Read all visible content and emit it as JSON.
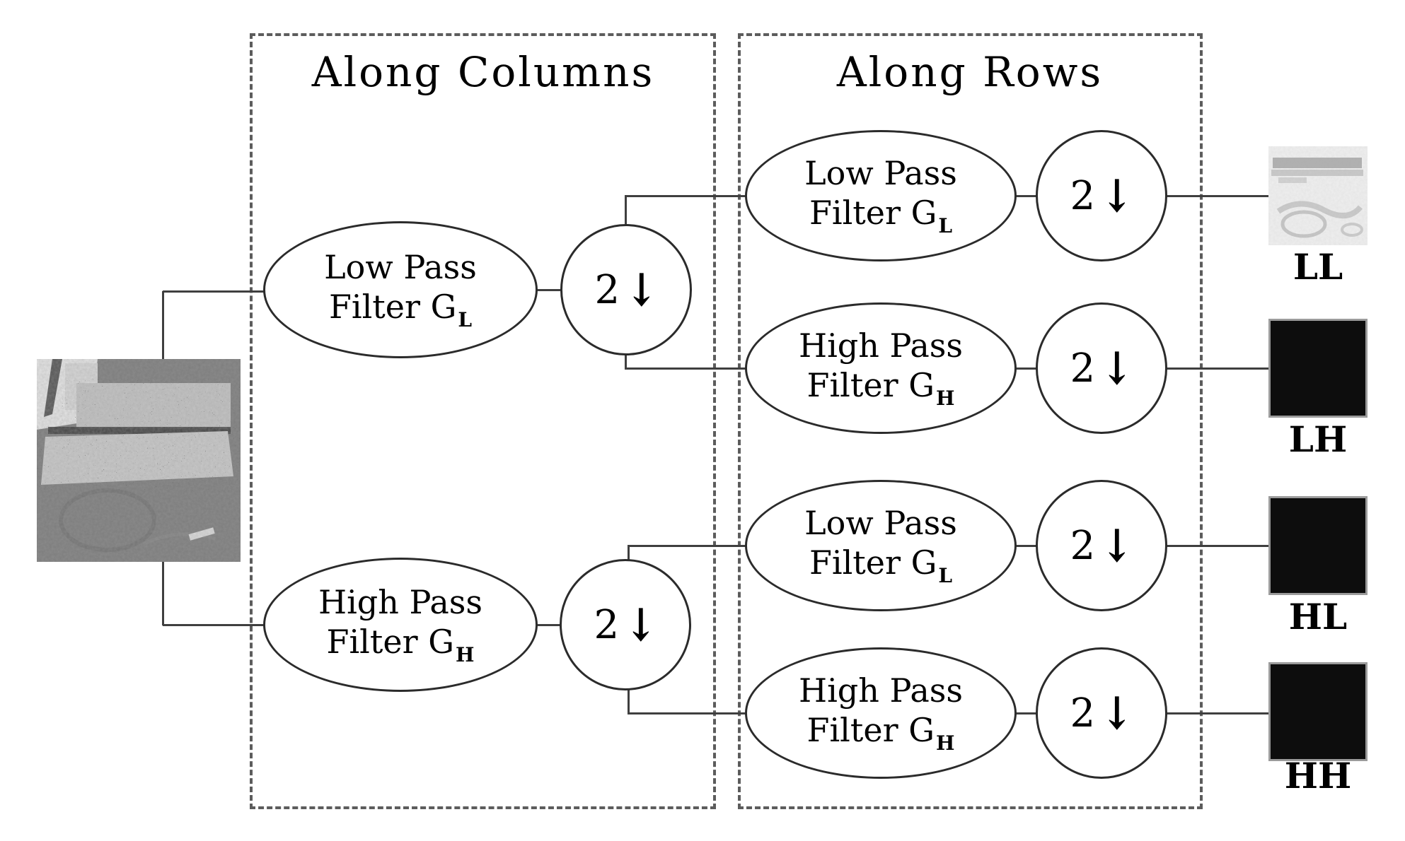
{
  "sections": {
    "columns": {
      "title": "Along Columns",
      "filters": [
        {
          "line1": "Low Pass",
          "line2": "Filter G",
          "subscript": "L"
        },
        {
          "line1": "High Pass",
          "line2": "Filter G",
          "subscript": "H"
        }
      ]
    },
    "rows": {
      "title": "Along Rows",
      "filters": [
        {
          "line1": "Low Pass",
          "line2": "Filter G",
          "subscript": "L"
        },
        {
          "line1": "High Pass",
          "line2": "Filter G",
          "subscript": "H"
        },
        {
          "line1": "Low Pass",
          "line2": "Filter G",
          "subscript": "L"
        },
        {
          "line1": "High Pass",
          "line2": "Filter G",
          "subscript": "H"
        }
      ]
    }
  },
  "downsample": {
    "factor": "2",
    "arrow": "↓"
  },
  "outputs": [
    {
      "label": "LL"
    },
    {
      "label": "LH"
    },
    {
      "label": "HL"
    },
    {
      "label": "HH"
    }
  ],
  "input_image": {
    "description": "grayscale aerial photograph"
  },
  "colors": {
    "line": "#3f3f3f",
    "text": "#000000",
    "background": "#ffffff",
    "dashed_border": "#5c5c5c"
  }
}
